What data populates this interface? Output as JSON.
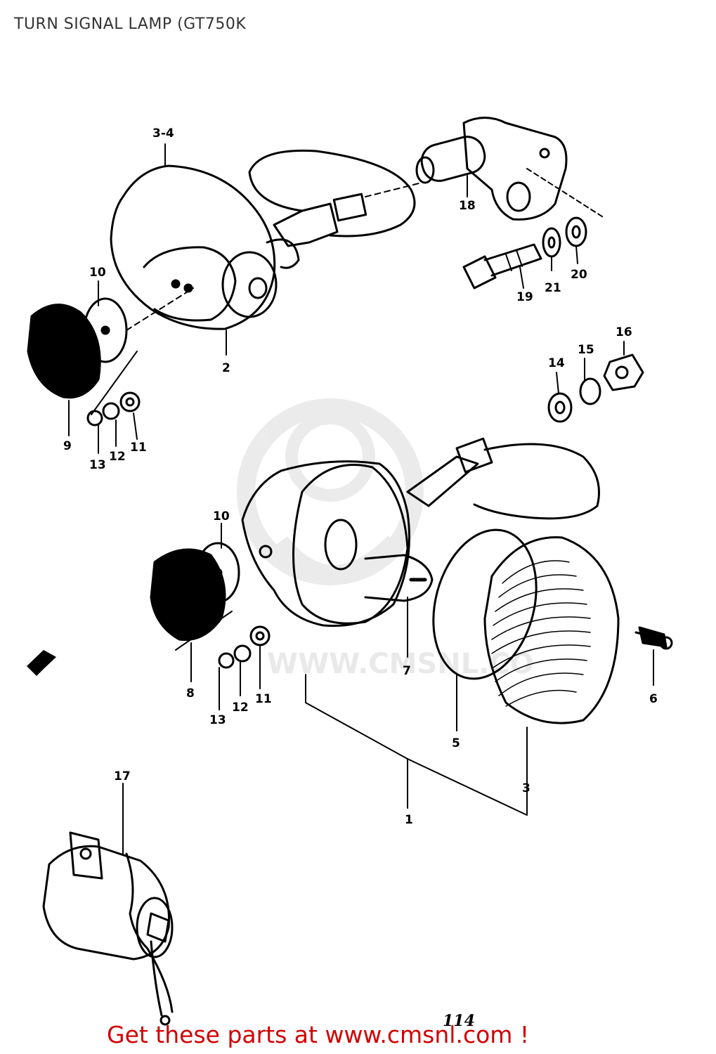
{
  "title": "TURN SIGNAL LAMP (GT750K",
  "watermark_text": "WWW.CMSNL.CO",
  "page_number": "114",
  "footer": {
    "link_text": "Get these parts at www.cmsnl.com !"
  },
  "colors": {
    "ink": "#000000",
    "link": "#d10000",
    "title": "#333333",
    "watermark": "#d8d8d8"
  },
  "callouts": [
    "3-4",
    "18",
    "19",
    "21",
    "20",
    "10",
    "2",
    "9",
    "13",
    "12",
    "11",
    "16",
    "15",
    "14",
    "10",
    "8",
    "13",
    "12",
    "11",
    "7",
    "5",
    "6",
    "3",
    "1",
    "17"
  ],
  "icons": [
    "front-arrow-icon"
  ]
}
